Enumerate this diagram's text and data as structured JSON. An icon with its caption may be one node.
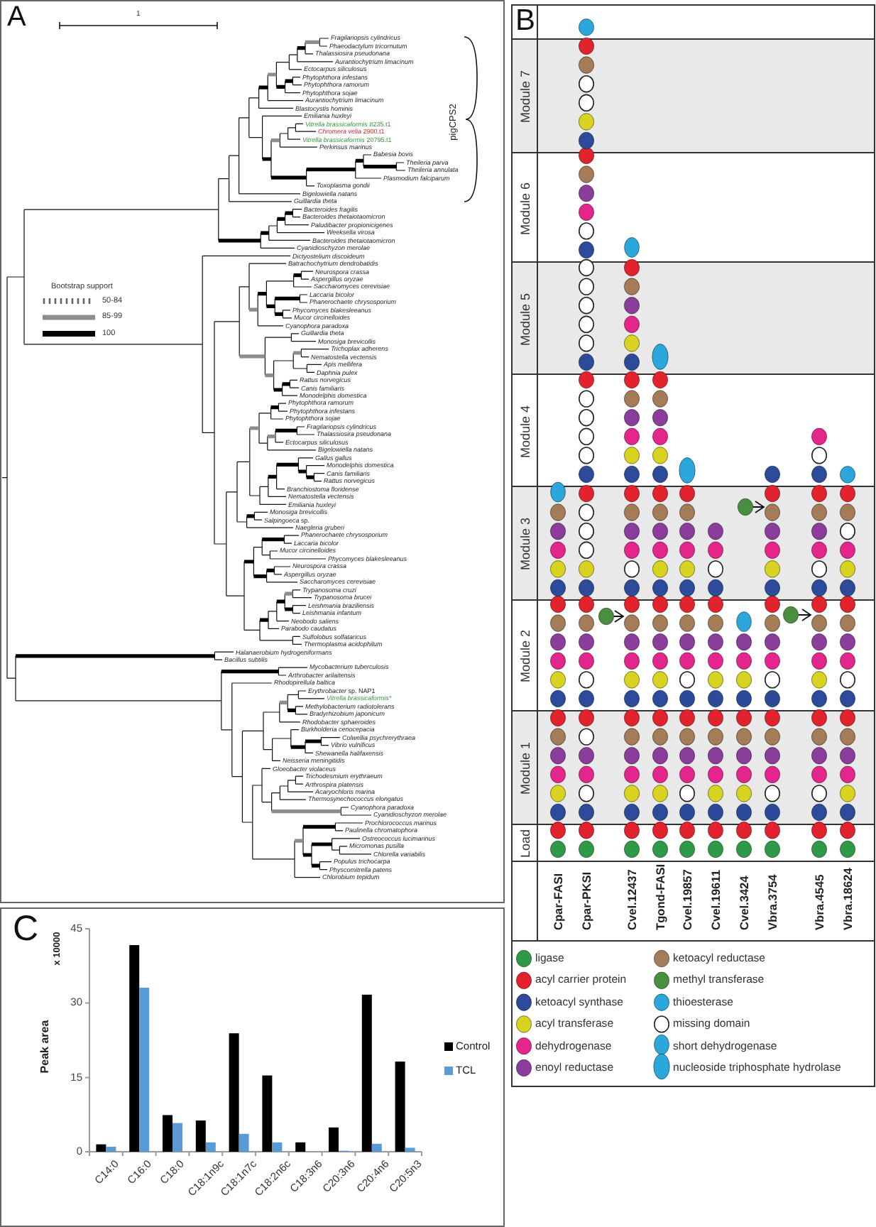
{
  "diagram": {
    "nodes": [
      {
        "text": [
          "Module 7"
        ]
      },
      {
        "text": [
          "Module 6"
        ]
      },
      {
        "text": [
          "Module 5"
        ]
      },
      {
        "text": [
          "Module 4"
        ]
      },
      {
        "text": [
          "Module 3"
        ]
      },
      {
        "text": [
          "Module 2"
        ]
      },
      {
        "text": [
          "Module 1"
        ]
      },
      {
        "text": [
          "Load"
        ]
      }
    ],
    "labels": [
      "A",
      "1",
      "pigCPS2",
      "Fragilariopsis cylindricus",
      "Phaeodactylum tricornutum",
      "Thalassiosira pseudonana",
      "Aurantiochytrium limacinum",
      "Ectocarpus siliculosus",
      "Phytophthora infestans",
      "Phytophthora ramorum",
      "Phytophthora sojae",
      "Aurantiochytrium limacinum",
      "Blastocystis hominis",
      "Emiliania huxleyi",
      "*Vitrella brassicaformis* 8235.t1",
      "*Chromera velia* 2900.t1",
      "*Vitrella brassicaformis* 20795.t1",
      "Perkinsus marinus",
      "Babesia bovis",
      "Theileria parva",
      "Theileria annulata",
      "Plasmodium falciparum",
      "Toxoplasma gondii",
      "Bigelowiella natans",
      "Guillardia theta",
      "Bacteroides fragilis",
      "Bacteroides thetaiotaomicron",
      "Paludibacter propionicigenes",
      "Weeksella virosa",
      "Bacteroides thetaiotaomicron",
      "Cyanidioschyzon merolae",
      "Dictyostelium discoideum",
      "Batrachochytrium dendrobatidis",
      "Neurospora crassa",
      "Aspergillus oryzae",
      "Saccharomyces cerevisiae",
      "Laccaria bicolor",
      "Phanerochaete chrysosporium",
      "Phycomyces blakesleeanus",
      "Mucor circinelloides",
      "Cyanophora paradoxa",
      "Guillardia theta",
      "Monosiga brevicollis",
      "Trichoplax adherens",
      "Nematostella vectensis",
      "Apis mellifera",
      "Daphnia pulex",
      "Rattus norvegicus",
      "Canis familiaris",
      "Monodelphis domestica",
      "Phytophthora ramorum",
      "Phytophthora infestans",
      "Phytophthora sojae",
      "Fragilariopsis cylindricus",
      "Thalassiosira pseudonana",
      "Ectocarpus siliculosus",
      "Bigelowiella natans",
      "Gallus gallus",
      "Monodelphis domestica",
      "Canis familiaris",
      "Rattus norvegicus",
      "Branchiostoma floridense",
      "Nematostella vectensis",
      "Emiliania huxleyi",
      "Monosiga brevicollis",
      "*Salpingoeca* sp.",
      "Naegleria gruberi",
      "Phanerochaete chrysosporium",
      "Laccaria bicolor",
      "Mucor circinelloides",
      "Phycomyces blakesleeanus",
      "Neurospora crassa",
      "Aspergillus oryzae",
      "Saccharomyces cerevisiae",
      "Trypanosoma cruzi",
      "Trypanosoma brucei",
      "Leishmania braziliensis",
      "Leishmania infantum",
      "Neobodo saliens",
      "Parabodo caudatus",
      "Sulfolobus solfataricus",
      "Thermoplasma acidophilum",
      "Halanaerobium hydrogeniformans",
      "Bacillus subtilis",
      "Mycobacterium tuberculosis",
      "Arthrobacter arilaitensis",
      "Rhodopirellula baltica",
      "*Erythrobacter* sp. NAP1",
      "Vitrella brassicaformis*",
      "Methylobacterium radiotolerans",
      "Bradyrhizobium japonicum",
      "Rhodobacter sphaeroides",
      "Burkholderia cenocepacia",
      "Colwellia psychrerythraea",
      "Vibrio vulnificus",
      "Shewanella halifaxensis",
      "Neisseria meningitidis",
      "Gloeobacter violaceus",
      "Trichodesmium erythraeum",
      "Arthrospira platensis",
      "Acaryochloris marina",
      "Thermosynechococcus elongatus",
      "Cyanophora paradoxa",
      "Cyanidioschyzon merolae",
      "Prochlorococcus marinus",
      "Paulinella chromatophora",
      "Ostreococcus lucimarinus",
      "Micromonas pusilla",
      "Chlorella variabilis",
      "Populus trichocarpa",
      "Physcomitrella patens",
      "Chlorobium tepidum",
      "Bootstrap support",
      "B",
      "Cpar-FASI",
      "Cpar-PKSI",
      "Cvel.12437",
      "Tgond-FASI",
      "Cvel.19857",
      "Cvel.19611",
      "Cvel.3424",
      "Vbra.3754",
      "Vbra.4545",
      "Vbra.18624",
      "C",
      "x 10000"
    ],
    "legend": [
      {
        "text": "50-84"
      },
      {
        "text": "85-99"
      },
      {
        "text": "100"
      },
      {
        "text": "ligase",
        "color": "#2e9a48"
      },
      {
        "text": "acyl carrier protein",
        "color": "#e2232e"
      },
      {
        "text": "ketoacyl synthase",
        "color": "#2d4b9b"
      },
      {
        "text": "acyl transferase",
        "color": "#d8d221"
      },
      {
        "text": "dehydrogenase",
        "color": "#e4258b"
      },
      {
        "text": "enoyl reductase",
        "color": "#8b3d9b"
      },
      {
        "text": "ketoacyl reductase",
        "color": "#a47c57"
      },
      {
        "text": "methyl transferase",
        "color": "#4a8f3f"
      },
      {
        "text": "thioesterase",
        "color": "#2ba7dc"
      },
      {
        "text": "missing domain"
      },
      {
        "text": "short dehydrogenase",
        "color": "#2ba7dc"
      },
      {
        "text": "nucleoside triphosphate hydrolase",
        "color": "#2ba7dc"
      }
    ],
    "chart_data": {
      "type": "bar",
      "ylabel": "Peak area",
      "categories": [
        "C14:0",
        "C16:0",
        "C18:0",
        "C18:1n9c",
        "C18:1n7c",
        "C18:2n6c",
        "C18:3n6",
        "C20:3n6",
        "C20:4n6",
        "C20:5n3"
      ],
      "series": [
        {
          "name": "Control",
          "color": "#000000",
          "values": [
            1.5,
            41.7,
            7.4,
            6.3,
            23.9,
            15.4,
            1.9,
            4.9,
            31.7,
            18.2
          ]
        },
        {
          "name": "TCL",
          "color": "#5b9bd5",
          "values": [
            1.0,
            33.1,
            5.8,
            1.9,
            3.6,
            1.9,
            0,
            0.2,
            1.6,
            0.8
          ]
        }
      ],
      "ylim": [
        0,
        45
      ],
      "yticks": [
        0,
        15,
        30,
        45
      ],
      "legend": "right"
    }
  }
}
